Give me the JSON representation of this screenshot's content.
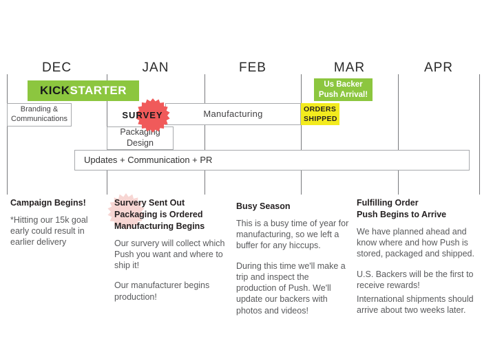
{
  "months": [
    "DEC",
    "JAN",
    "FEB",
    "MAR",
    "APR"
  ],
  "bars": {
    "kickstarter_kick": "KICK",
    "kickstarter_starter": "STARTER",
    "branding_line1": "Branding &",
    "branding_line2": "Communications",
    "survey_label": "SURVEY",
    "manufacturing_label": "Manufacturing",
    "orders_line1": "ORDERS",
    "orders_line2": "SHIPPED",
    "us_backer_line1": "Us Backer",
    "us_backer_line2": "Push Arrival!",
    "packaging_line1": "Packaging",
    "packaging_line2": "Design",
    "updates_label": "Updates + Communication + PR"
  },
  "colors": {
    "brand_green": "#8CC63F",
    "survey_red": "#F05A5A",
    "note_pink": "#F7D6D3",
    "orders_yellow": "#F3EB1E"
  },
  "notes": [
    {
      "heading_lines": [
        "Campaign Begins!"
      ],
      "paragraphs": [
        "*Hitting our 15k goal early could result in earlier delivery"
      ]
    },
    {
      "heading_lines": [
        "Survery Sent Out",
        "Packaging is Ordered",
        "Manufacturing Begins"
      ],
      "paragraphs": [
        "Our survery will collect which Push you want and where to ship it!",
        "Our manufacturer begins production!"
      ]
    },
    {
      "heading_lines": [
        "Busy Season"
      ],
      "paragraphs": [
        "This is a busy time of year for manufacturing, so we left a buffer for any hiccups.",
        "During this time we'll make a trip and inspect the production of Push. We'll update our backers with photos and videos!"
      ]
    },
    {
      "heading_lines": [
        "Fulfilling Order",
        "Push Begins to Arrive"
      ],
      "paragraphs": [
        "We have planned ahead and know where and how Push is stored, packaged and shipped.",
        "U.S. Backers will be the first to receive rewards!",
        "International shipments should arrive about two weeks later."
      ]
    }
  ]
}
